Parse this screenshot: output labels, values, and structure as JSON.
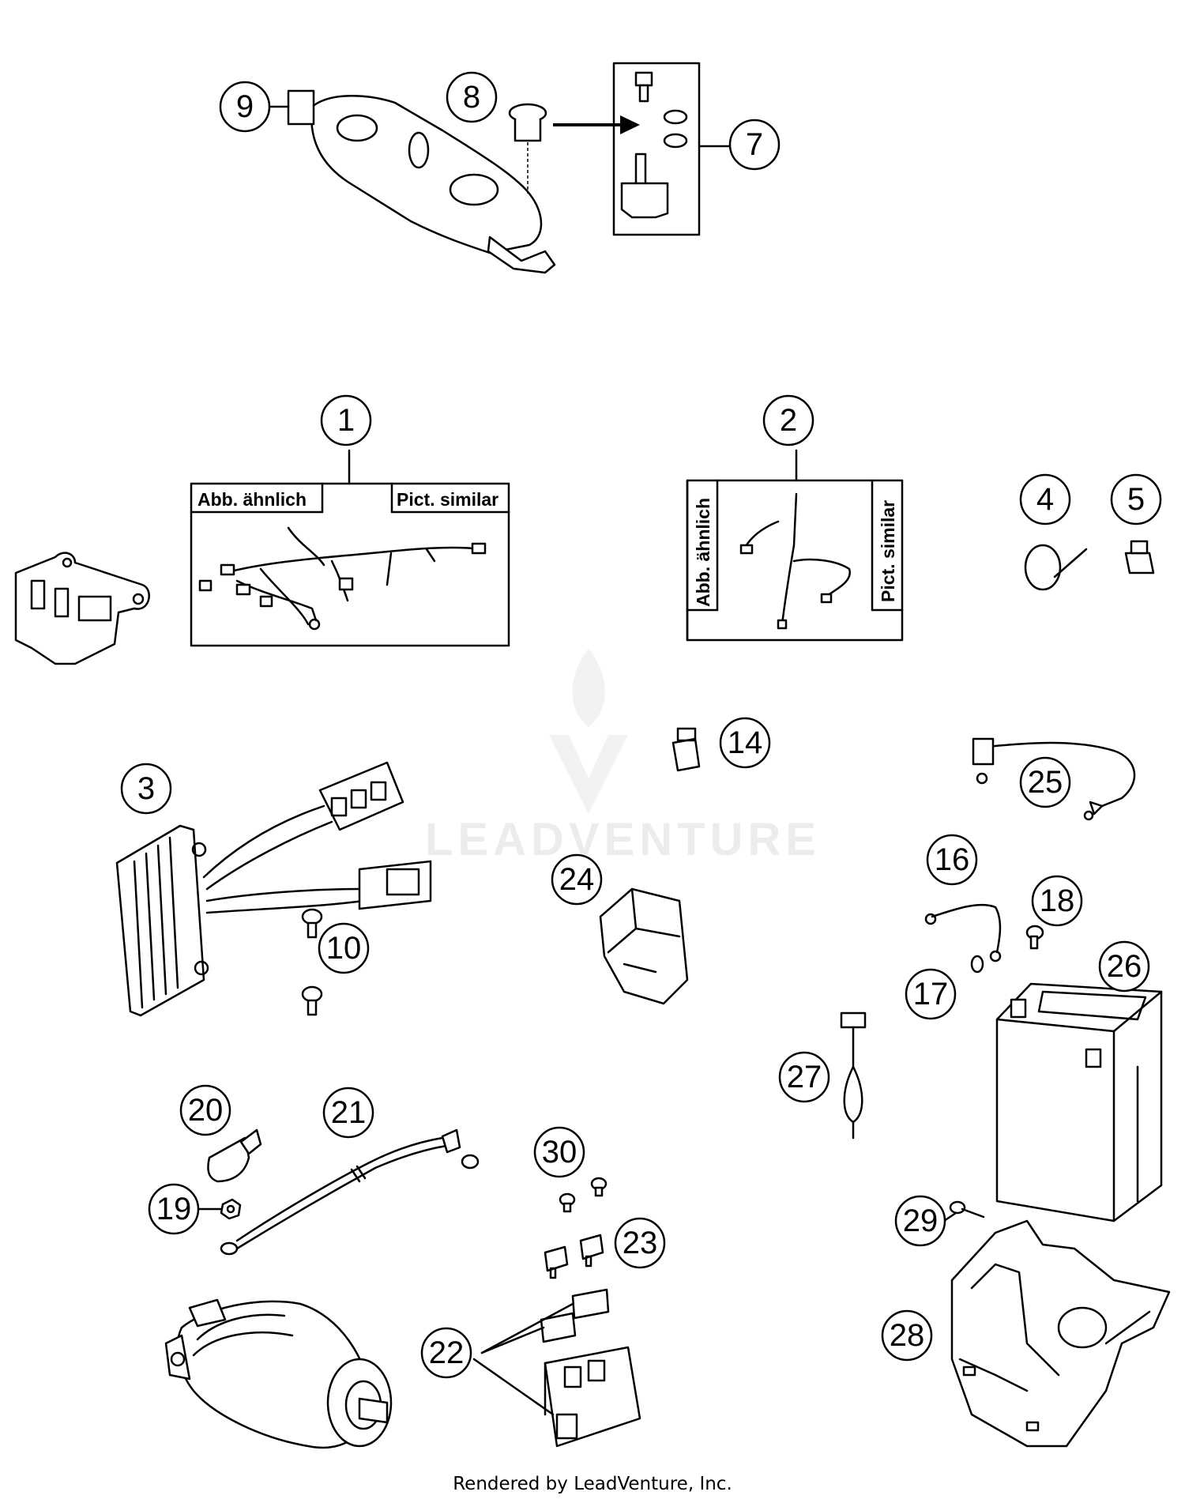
{
  "callouts": {
    "c1": "1",
    "c2": "2",
    "c3": "3",
    "c4": "4",
    "c5": "5",
    "c7": "7",
    "c8": "8",
    "c9": "9",
    "c10": "10",
    "c14": "14",
    "c16": "16",
    "c17": "17",
    "c18": "18",
    "c19": "19",
    "c20": "20",
    "c21": "21",
    "c22": "22",
    "c23": "23",
    "c24": "24",
    "c25": "25",
    "c26": "26",
    "c27": "27",
    "c28": "28",
    "c29": "29",
    "c30": "30"
  },
  "box_labels": {
    "de": "Abb. ähnlich",
    "en": "Pict. similar"
  },
  "watermark": "LEADVENTURE",
  "footer": "Rendered by LeadVenture, Inc."
}
